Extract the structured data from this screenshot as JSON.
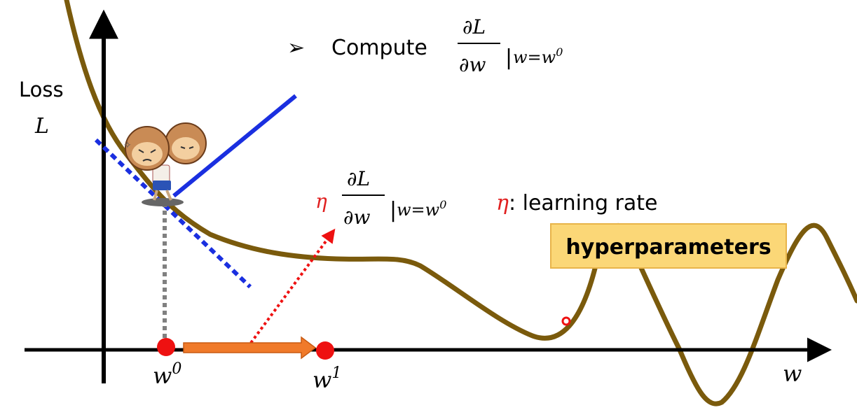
{
  "bullet": "➢",
  "compute": {
    "word": "Compute",
    "numerator": "∂L",
    "denominator": "∂w",
    "eval_bar": "|",
    "eval_at": "w=w",
    "eval_sup": "0"
  },
  "y_axis": {
    "label_top": "Loss",
    "label_var": "L"
  },
  "x_axis": {
    "label": "w"
  },
  "points": {
    "w0": {
      "base": "w",
      "sup": "0"
    },
    "w1": {
      "base": "w",
      "sup": "1"
    }
  },
  "step": {
    "eta": "η",
    "numerator": "∂L",
    "denominator": "∂w",
    "eval_bar": "|",
    "eval_at": "w=w",
    "eval_sup": "0"
  },
  "learning_rate": {
    "eta": "η",
    "text": ": learning rate"
  },
  "hyperparameters_label": "hyperparameters",
  "colors": {
    "curve": "#7a5a0c",
    "axis": "#000000",
    "tangent": "#1a2fe0",
    "step_arrow": "#f07a2a",
    "point": "#ee1111",
    "dashed_red": "#ee1111",
    "eta": "#e02020",
    "hyper_bg": "#fbd777",
    "hyper_border": "#e8b44a"
  }
}
